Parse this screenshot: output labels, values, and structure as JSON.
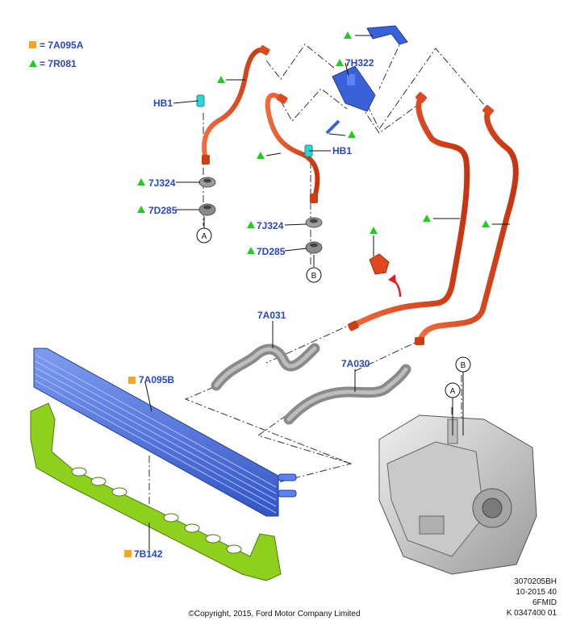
{
  "legend": [
    {
      "marker": "square",
      "color": "#f5a623",
      "text": "= 7A095A"
    },
    {
      "marker": "triangle",
      "color": "#22cc22",
      "text": "= 7R081"
    }
  ],
  "labels": {
    "hb1_left": "HB1",
    "hb1_right": "HB1",
    "j324_left": "7J324",
    "d285_left": "7D285",
    "j324_right": "7J324",
    "d285_right": "7D285",
    "h322": "7H322",
    "a031": "7A031",
    "a030": "7A030",
    "a095b": "7A095B",
    "b142": "7B142"
  },
  "callouts": {
    "a_left": "A",
    "b_left": "B",
    "a_trans": "A",
    "b_trans": "B"
  },
  "reference": [
    "3070205BH",
    "10-2015 40",
    "6FMID",
    "K 0347400 01"
  ],
  "copyright": "©Copyright, 2015, Ford Motor Company Limited",
  "colors": {
    "hose": "#e2461c",
    "hose_dark": "#b32e0c",
    "cooler": "#4a6fd8",
    "bracket": "#8fd01e",
    "blue_part": "#3a62d8",
    "gray_hose": "#8a8a8a",
    "triangle": "#22cc22",
    "square": "#f5a623",
    "label": "#2846c8"
  }
}
